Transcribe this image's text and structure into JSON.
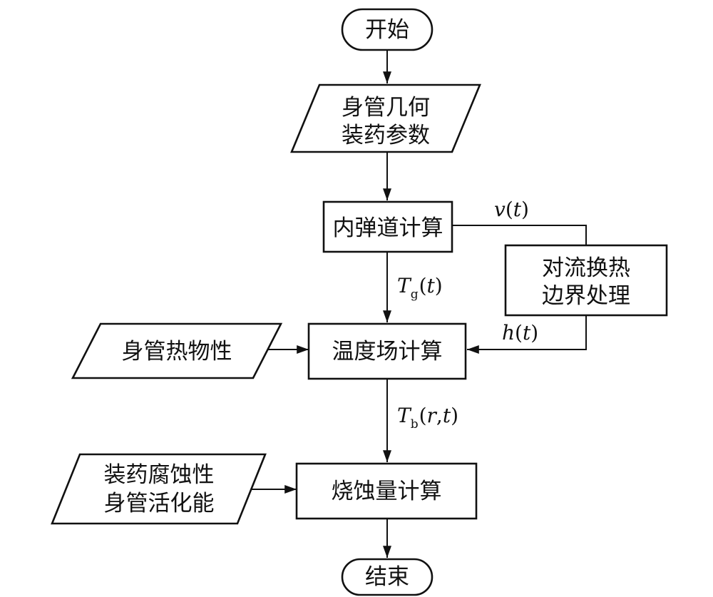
{
  "nodes": {
    "start": {
      "label": "开始"
    },
    "input_geometry": {
      "line1": "身管几何",
      "line2": "装药参数"
    },
    "interior_ballistics": {
      "label": "内弹道计算"
    },
    "convection": {
      "line1": "对流换热",
      "line2": "边界处理"
    },
    "thermal_props": {
      "label": "身管热物性"
    },
    "temperature_field": {
      "label": "温度场计算"
    },
    "erosion_props": {
      "line1": "装药腐蚀性",
      "line2": "身管活化能"
    },
    "erosion_calc": {
      "label": "烧蚀量计算"
    },
    "end": {
      "label": "结束"
    }
  },
  "edge_labels": {
    "velocity": {
      "func": "v",
      "paren_open": "(",
      "var": "t",
      "paren_close": ")"
    },
    "gas_temp": {
      "base": "T",
      "subscript": "g",
      "paren_open": "(",
      "var": "t",
      "paren_close": ")"
    },
    "heat_coeff": {
      "func": "h",
      "paren_open": "(",
      "var": "t",
      "paren_close": ")"
    },
    "bore_temp": {
      "base": "T",
      "subscript": "b",
      "paren_open": "(",
      "var1": "r",
      "comma": ",",
      "var2": "t",
      "paren_close": ")"
    }
  }
}
